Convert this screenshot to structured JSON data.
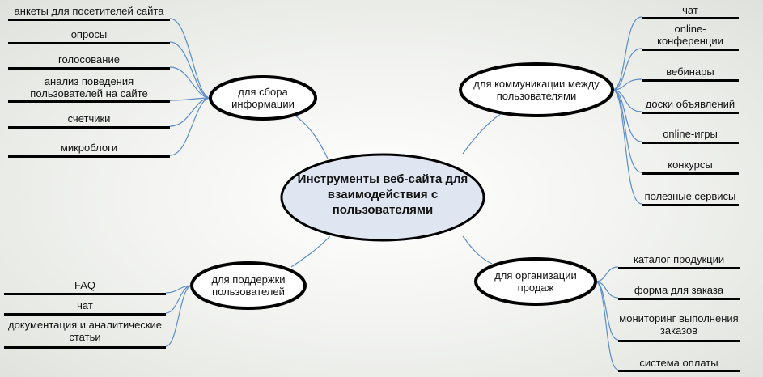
{
  "central_topic": "Инструменты веб-сайта для взаимодействия с пользователями",
  "branches": [
    {
      "id": "info",
      "title": "для сбора информации",
      "items": [
        "анкеты для посетителей сайта",
        "опросы",
        "голосование",
        "анализ поведения пользователей на сайте",
        "счетчики",
        "микроблоги"
      ]
    },
    {
      "id": "comm",
      "title": "для коммуникации между пользователями",
      "items": [
        "чат",
        "online-конференции",
        "вебинары",
        "доски объявлений",
        "online-игры",
        "конкурсы",
        "полезные сервисы"
      ]
    },
    {
      "id": "support",
      "title": "для поддержки пользователей",
      "items": [
        "FAQ",
        "чат",
        "документация и аналитические статьи"
      ]
    },
    {
      "id": "sales",
      "title": "для организации продаж",
      "items": [
        "каталог продукции",
        "форма для заказа",
        "мониторинг выполнения заказов",
        "система оплаты"
      ]
    }
  ],
  "colors": {
    "connector": "#5b8cc6",
    "center_fill": "#dfe6f1",
    "outline": "#000000"
  }
}
